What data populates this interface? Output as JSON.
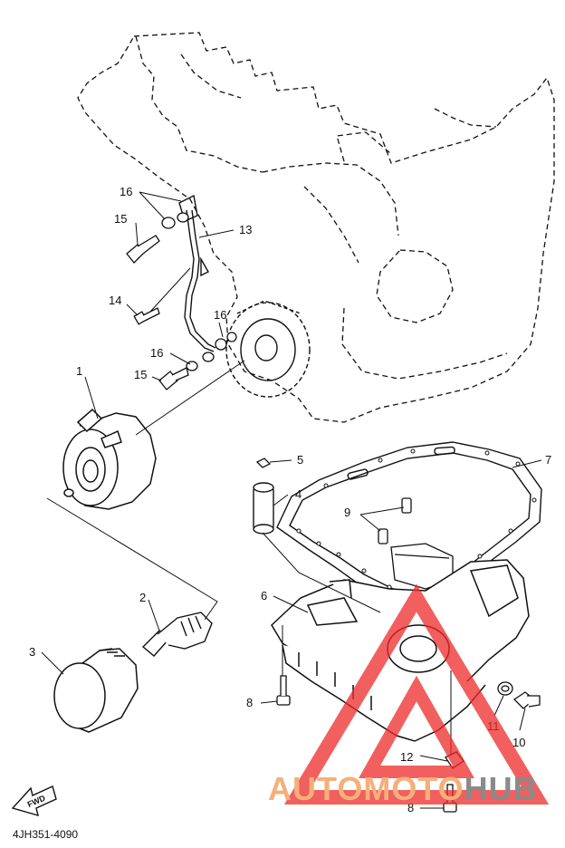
{
  "diagram": {
    "code": "4JH351-4090",
    "fwd_label": "FWD",
    "callouts": [
      "1",
      "2",
      "3",
      "4",
      "5",
      "6",
      "7",
      "8",
      "8",
      "9",
      "10",
      "11",
      "12",
      "13",
      "14",
      "15",
      "15",
      "16",
      "16",
      "16"
    ]
  },
  "watermark": {
    "part_a": "AUTOMOTO",
    "part_b": "HUB"
  },
  "colors": {
    "line": "#111111",
    "watermark_triangle": "#ee2a2a",
    "watermark_text_a": "#f4b07a",
    "watermark_text_b": "#8a8a8a"
  }
}
